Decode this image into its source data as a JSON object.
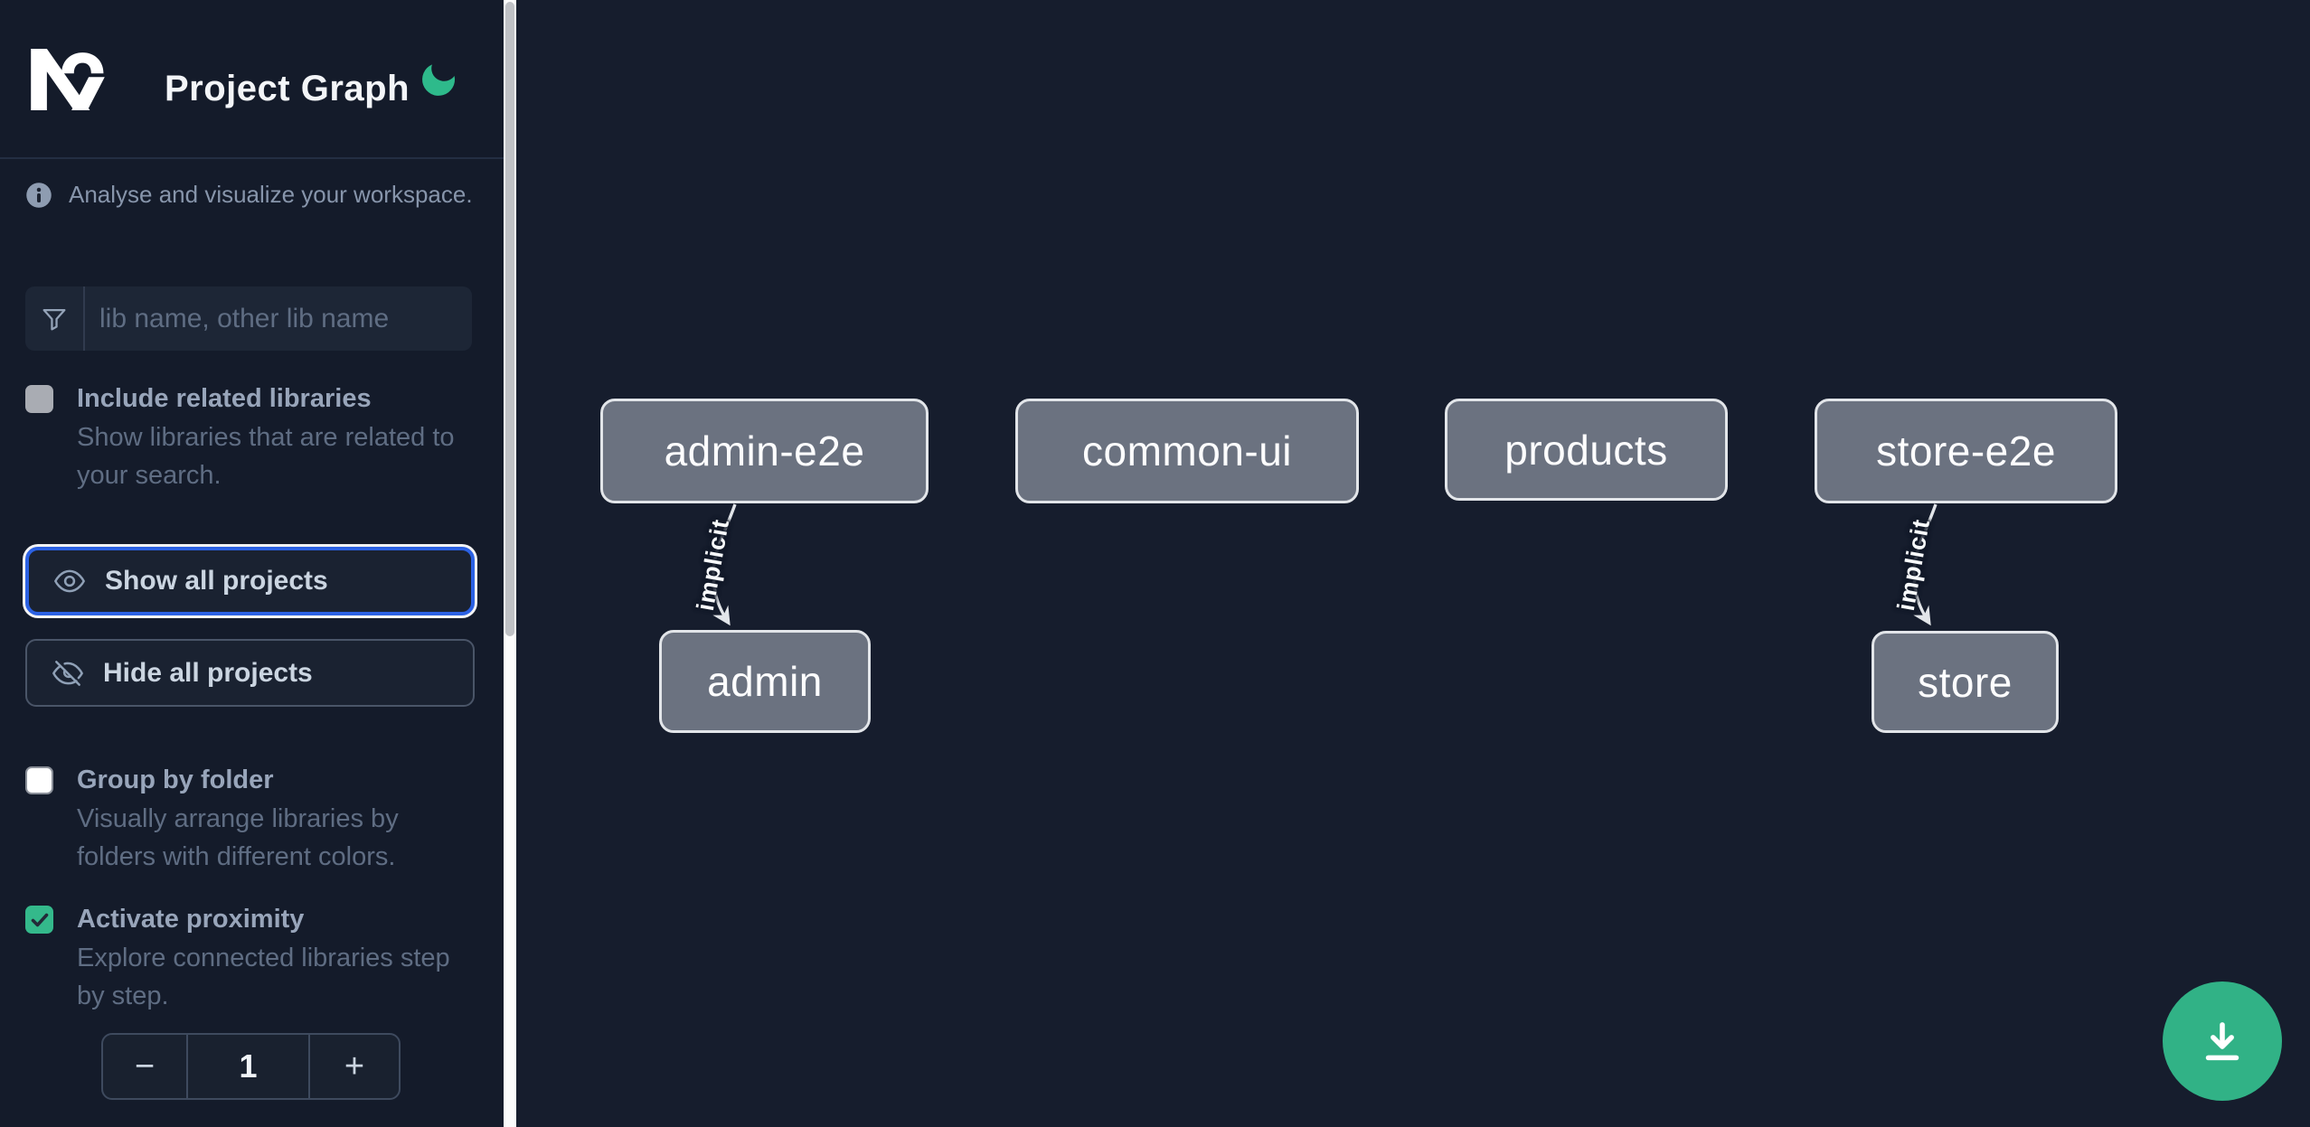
{
  "app": {
    "title": "Project Graph"
  },
  "colors": {
    "accent_green": "#31b286",
    "focus_blue": "#2b61e3",
    "canvas_bg": "#161d2d",
    "sidebar_bg": "#141b2a",
    "node_fill": "#6b7280",
    "node_border": "#e2e5e9",
    "checkbox_checked_green": "#34b98b"
  },
  "sidebar": {
    "intro": "Analyse and visualize your workspace.",
    "search": {
      "placeholder": "lib name, other lib name",
      "value": ""
    },
    "toggles": [
      {
        "label": "Include related libraries",
        "description": "Show libraries that are related to your search.",
        "checked": false
      },
      {
        "label": "Group by folder",
        "description": "Visually arrange libraries by folders with different colors.",
        "checked": false
      },
      {
        "label": "Activate proximity",
        "description": "Explore connected libraries step by step.",
        "checked": true
      }
    ],
    "show_all_label": "Show all projects",
    "hide_all_label": "Hide all projects",
    "stepper": {
      "decrement": "−",
      "value": "1",
      "increment": "+"
    }
  },
  "graph": {
    "nodes": [
      {
        "label": "admin-e2e"
      },
      {
        "label": "common-ui"
      },
      {
        "label": "products"
      },
      {
        "label": "store-e2e"
      },
      {
        "label": "admin"
      },
      {
        "label": "store"
      }
    ],
    "edges": [
      {
        "source": "admin-e2e",
        "target": "admin",
        "label": "implicit"
      },
      {
        "source": "store-e2e",
        "target": "store",
        "label": "implicit"
      }
    ]
  },
  "fab": {
    "icon": "download-icon"
  }
}
